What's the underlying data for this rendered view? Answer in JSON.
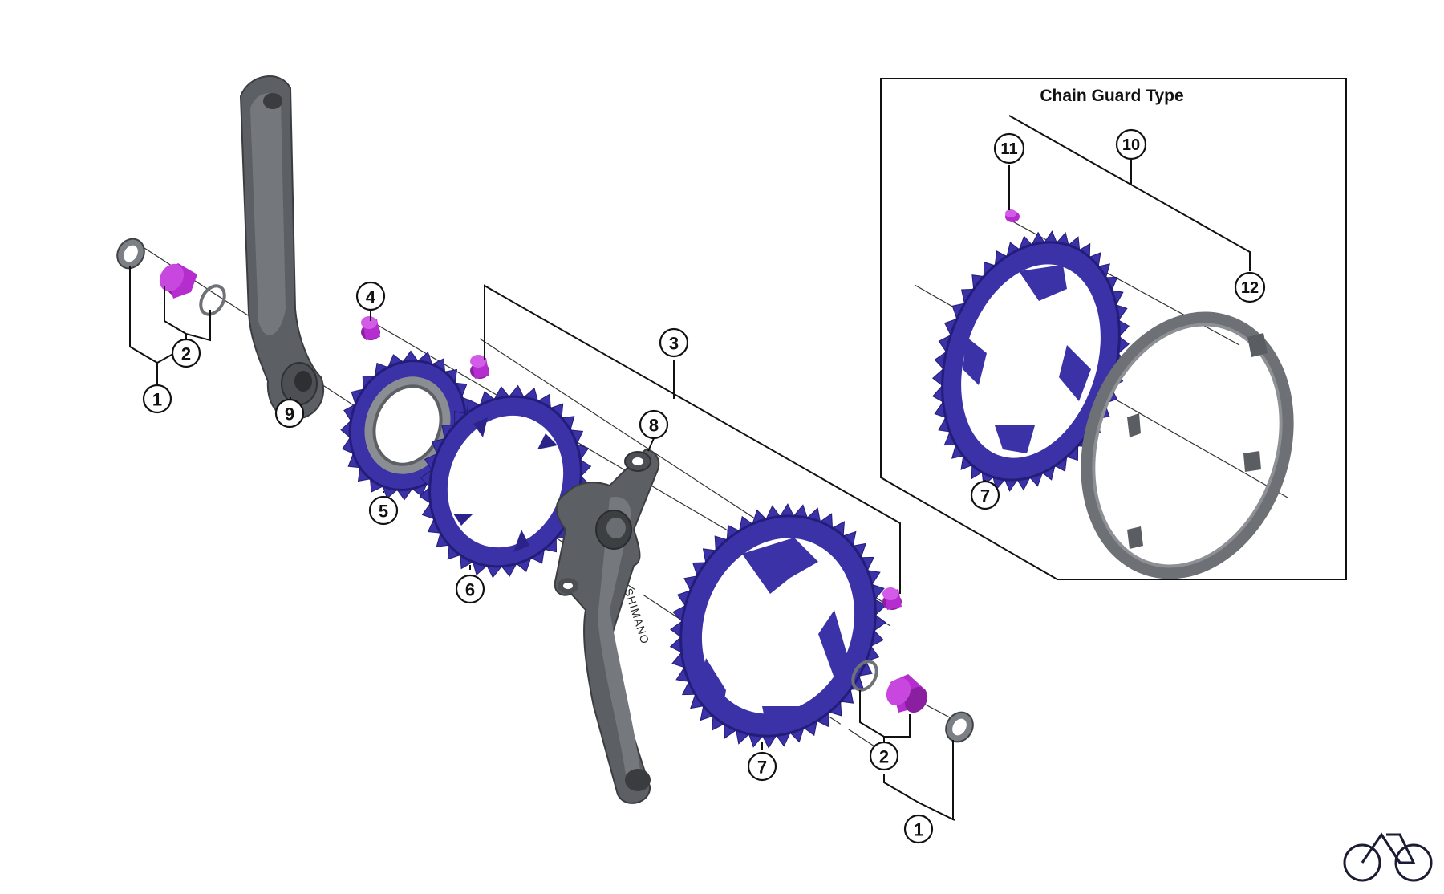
{
  "diagram": {
    "inset_title": "Chain Guard Type",
    "crank_brand": "SHIMANO",
    "colors": {
      "chainring": "#3b32a8",
      "chainring_dark": "#231c78",
      "bolt": "#b52ccf",
      "crank": "#63666b",
      "crank_dark": "#44474b",
      "guard": "#6d7074"
    },
    "callouts": [
      {
        "id": "c1-left",
        "label": "1"
      },
      {
        "id": "c2-left",
        "label": "2"
      },
      {
        "id": "c9",
        "label": "9"
      },
      {
        "id": "c4",
        "label": "4"
      },
      {
        "id": "c5",
        "label": "5"
      },
      {
        "id": "c3",
        "label": "3"
      },
      {
        "id": "c6",
        "label": "6"
      },
      {
        "id": "c8",
        "label": "8"
      },
      {
        "id": "c7-main",
        "label": "7"
      },
      {
        "id": "c2-right",
        "label": "2"
      },
      {
        "id": "c1-right",
        "label": "1"
      },
      {
        "id": "c11",
        "label": "11"
      },
      {
        "id": "c10",
        "label": "10"
      },
      {
        "id": "c12",
        "label": "12"
      },
      {
        "id": "c7-inset",
        "label": "7"
      }
    ],
    "logo_icon": "bicycle-icon"
  }
}
